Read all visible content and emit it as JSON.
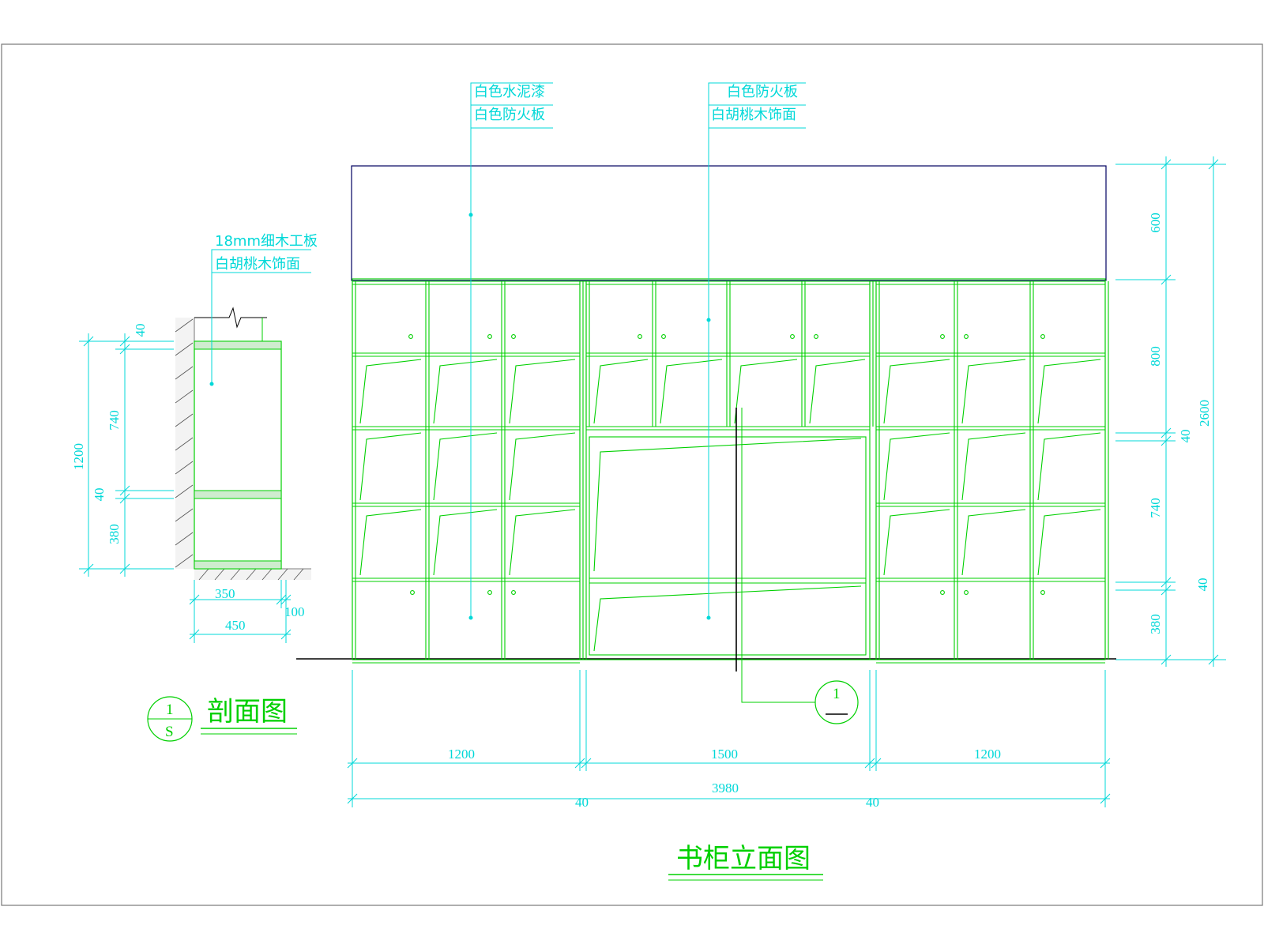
{
  "titles": {
    "elevation": "书柜立面图",
    "section": "剖面图"
  },
  "notes": {
    "left_top": [
      "白色水泥漆",
      "白色防火板"
    ],
    "right_top": [
      "白色防火板",
      "白胡桃木饰面"
    ],
    "section": [
      "18mm细木工板",
      "白胡桃木饰面"
    ]
  },
  "dimensions": {
    "bottom_segments": [
      "1200",
      "1500",
      "1200"
    ],
    "bottom_total": "3980",
    "bottom_gaps": [
      "40",
      "40"
    ],
    "right_rows": [
      "600",
      "800",
      "40",
      "740",
      "40",
      "380"
    ],
    "right_total": "2600",
    "section_vertical": [
      "40",
      "740",
      "40",
      "380"
    ],
    "section_total": "1200",
    "section_horizontal": [
      "350",
      "100",
      "450"
    ]
  },
  "callouts": {
    "section_symbol": {
      "top": "1",
      "bottom": "S"
    },
    "elevation_symbol": {
      "top": "1"
    }
  },
  "colors": {
    "green": "#00d000",
    "cyan": "#00d8d8",
    "navy": "#000060",
    "black": "#000000",
    "gray": "#777777"
  }
}
